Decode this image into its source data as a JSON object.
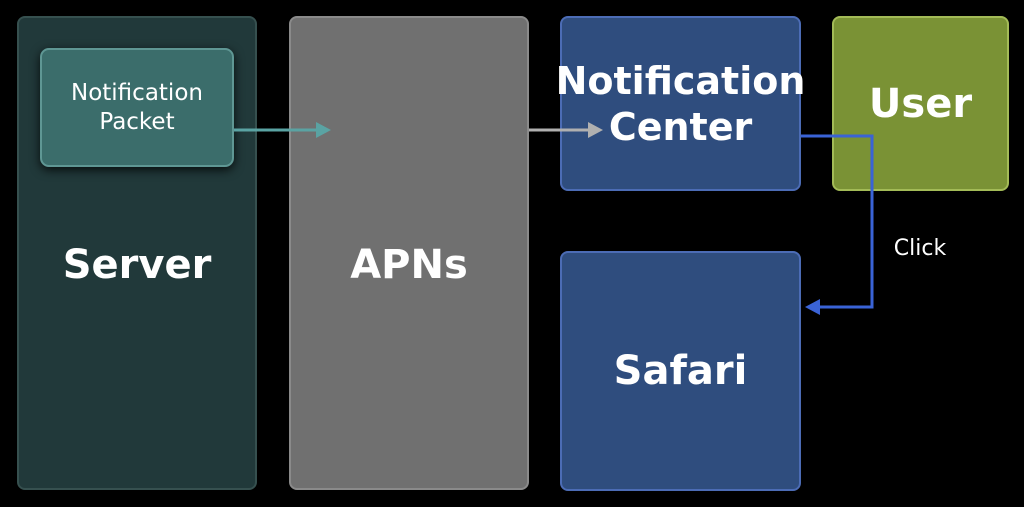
{
  "nodes": {
    "server": {
      "label": "Server"
    },
    "packet": {
      "line1": "Notification",
      "line2": "Packet"
    },
    "apns": {
      "label": "APNs"
    },
    "notification_center": {
      "line1": "Notification",
      "line2": "Center"
    },
    "user": {
      "label": "User"
    },
    "safari": {
      "label": "Safari"
    }
  },
  "edges": {
    "click_label": "Click"
  },
  "colors": {
    "background": "#000000",
    "server_fill": "#21393a",
    "packet_fill": "#3b6d6b",
    "apns_fill": "#707070",
    "notification_center_fill": "#2f4d7e",
    "user_fill": "#7a9235",
    "safari_fill": "#2f4d7e",
    "arrow_teal": "#5aa3a3",
    "arrow_gray": "#b0b0b0",
    "arrow_blue": "#3a63d6"
  }
}
